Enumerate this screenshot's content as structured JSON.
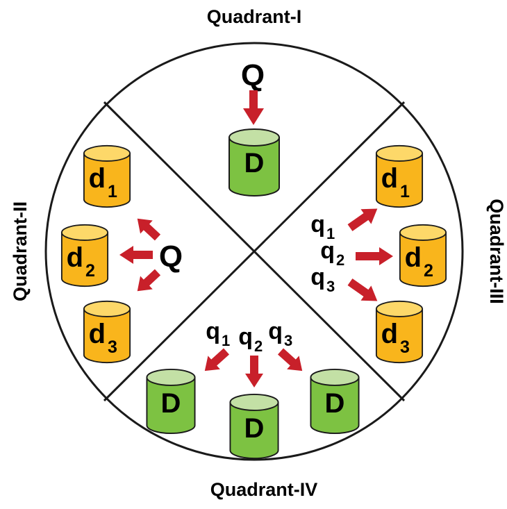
{
  "quadrant_labels": {
    "q1": "Quadrant-I",
    "q2": "Quadrant-II",
    "q3": "Quadrant-III",
    "q4": "Quadrant-IV"
  },
  "quadrant_i": {
    "query": "Q",
    "db": "D"
  },
  "quadrant_ii": {
    "query": "Q",
    "dbs": [
      {
        "letter": "d",
        "sub": "1"
      },
      {
        "letter": "d",
        "sub": "2"
      },
      {
        "letter": "d",
        "sub": "3"
      }
    ]
  },
  "quadrant_iii": {
    "queries": [
      {
        "letter": "q",
        "sub": "1"
      },
      {
        "letter": "q",
        "sub": "2"
      },
      {
        "letter": "q",
        "sub": "3"
      }
    ],
    "dbs": [
      {
        "letter": "d",
        "sub": "1"
      },
      {
        "letter": "d",
        "sub": "2"
      },
      {
        "letter": "d",
        "sub": "3"
      }
    ]
  },
  "quadrant_iv": {
    "queries": [
      {
        "letter": "q",
        "sub": "1"
      },
      {
        "letter": "q",
        "sub": "2"
      },
      {
        "letter": "q",
        "sub": "3"
      }
    ],
    "dbs": [
      "D",
      "D",
      "D"
    ]
  },
  "colors": {
    "green_body": "#7dc242",
    "green_top": "#c3e0a5",
    "orange_body": "#f9b51c",
    "orange_top": "#fdd869",
    "arrow": "#c8202a",
    "outline": "#1a1a1a"
  }
}
